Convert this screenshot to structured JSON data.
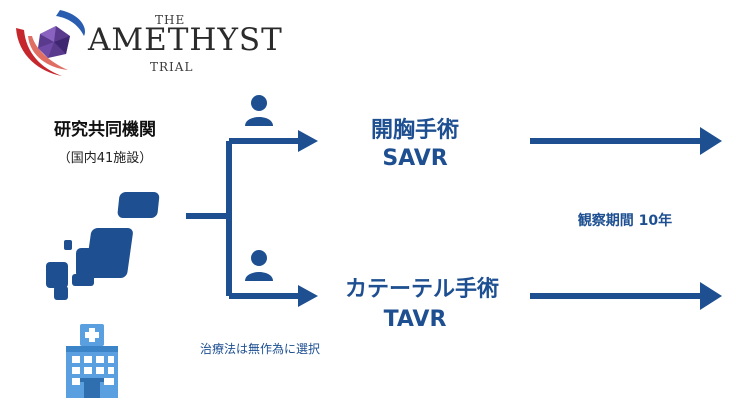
{
  "logo": {
    "the": "THE",
    "name": "AMETHYST",
    "trial": "TRIAL",
    "gem_icon": "amethyst-gem-icon",
    "colors": {
      "red": "#c5272d",
      "blue": "#2a5db0",
      "purple": "#5a3a8c"
    }
  },
  "institutions": {
    "title": "研究共同機関",
    "count_label": "（国内41施設）",
    "map_icon": "japan-map-icon",
    "hospital_icon": "hospital-icon"
  },
  "arms": [
    {
      "name": "開胸手術",
      "abbr": "SAVR",
      "icon": "patient-icon"
    },
    {
      "name": "カテーテル手術",
      "abbr": "TAVR",
      "icon": "patient-icon"
    }
  ],
  "follow_up": "観察期間 10年",
  "randomization_note": "治療法は無作為に選択",
  "colors": {
    "primary": "#1d4f91",
    "text": "#111111"
  }
}
